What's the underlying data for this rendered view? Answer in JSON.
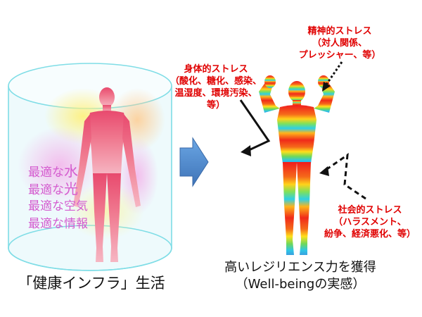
{
  "left": {
    "items": [
      {
        "prefix": "最適な",
        "word": "水"
      },
      {
        "prefix": "最適な",
        "word": "光"
      },
      {
        "prefix": "最適な",
        "word": "空気"
      },
      {
        "prefix": "最適な",
        "word": "情報"
      }
    ],
    "caption": "「健康インフラ」生活"
  },
  "right": {
    "mental": {
      "title": "精神的ストレス",
      "lines": [
        "（対人関係、",
        "プレッシャー、等）"
      ]
    },
    "physical": {
      "title": "身体的ストレス",
      "lines": [
        "（酸化、糖化、感染、",
        "温湿度、環境汚染、",
        "等）"
      ]
    },
    "social": {
      "title": "社会的ストレス",
      "lines": [
        "（ハラスメント、",
        "紛争、経済悪化、等）"
      ]
    },
    "caption_line1": "高いレジリエンス力を獲得",
    "caption_line2": "（Well-beingの実感）"
  },
  "colors": {
    "stress_text": "#e00000",
    "optimal_text": "#d45ccf",
    "cylinder": "#7fdde6",
    "arrow": "#4f86c6"
  }
}
